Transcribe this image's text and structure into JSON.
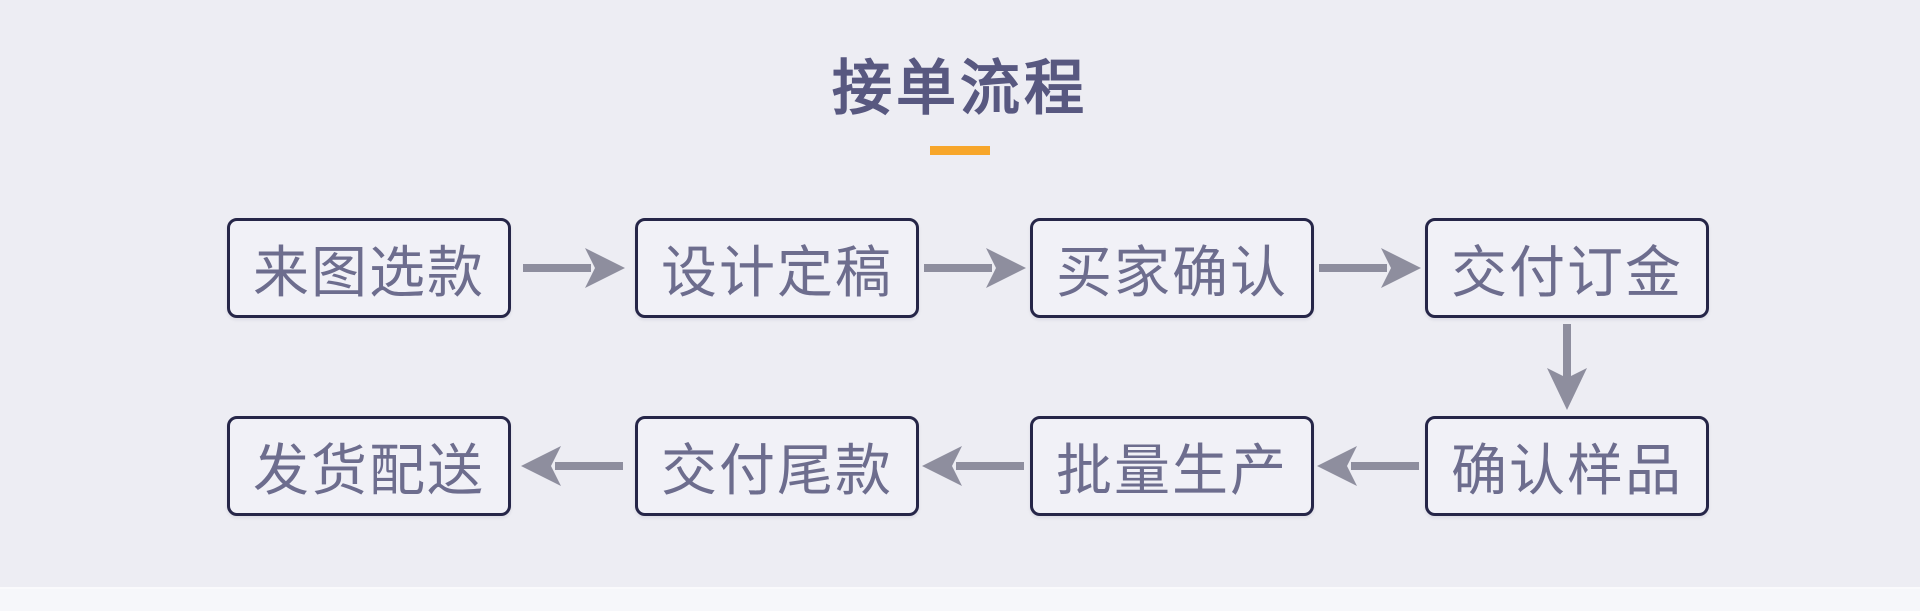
{
  "title": {
    "text": "接单流程"
  },
  "colors": {
    "bg": "#ededf3",
    "box-bg": "#f1f1f7",
    "box-border": "#262648",
    "box-text": "#6d6d8e",
    "title": "#585880",
    "accent": "#f7a62a",
    "arrow": "#8e8e9e",
    "footer-strip": "#f6f7fa"
  },
  "flow": {
    "row1": [
      {
        "label": "来图选款"
      },
      {
        "label": "设计定稿"
      },
      {
        "label": "买家确认"
      },
      {
        "label": "交付订金"
      }
    ],
    "row2": [
      {
        "label": "发货配送"
      },
      {
        "label": "交付尾款"
      },
      {
        "label": "批量生产"
      },
      {
        "label": "确认样品"
      }
    ]
  }
}
